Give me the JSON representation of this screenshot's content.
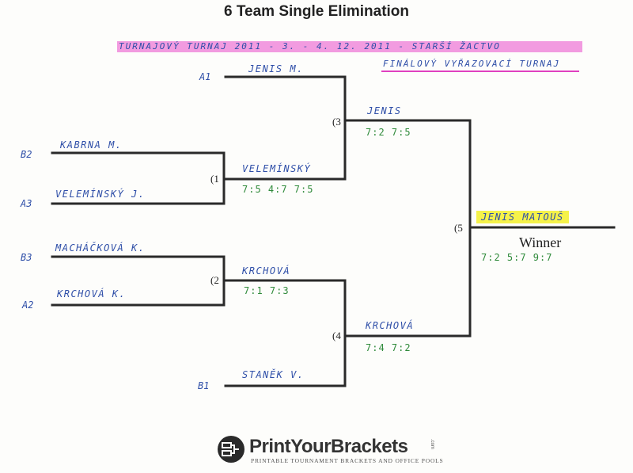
{
  "title": "6 Team Single Elimination",
  "header_note": {
    "line1": "TURNAJOVÝ TURNAJ 2011 - 3. - 4. 12. 2011 - STARŠÍ ŽACTVO",
    "line2": "FINÁLOVÝ VYŘAZOVACÍ TURNAJ",
    "highlight_color": "#f29be0",
    "underline_color": "#e040c0"
  },
  "seeds": {
    "a1": "A1",
    "b2": "B2",
    "a3": "A3",
    "b3": "B3",
    "a2": "A2",
    "b1": "B1"
  },
  "round1": {
    "slot_a1": "JENIS M.",
    "slot_b2": "KABRNA M.",
    "slot_a3": "VELEMÍNSKÝ J.",
    "slot_b3": "MACHÁČKOVÁ K.",
    "slot_a2": "KRCHOVÁ K.",
    "slot_b1": "STANĚK V."
  },
  "games": {
    "g1": {
      "number": "(1",
      "winner": "VELEMÍNSKÝ",
      "score": "7:5  4:7  7:5"
    },
    "g2": {
      "number": "(2",
      "winner": "KRCHOVÁ",
      "score": "7:1   7:3"
    },
    "g3": {
      "number": "(3",
      "winner": "JENIS",
      "score": "7:2   7:5"
    },
    "g4": {
      "number": "(4",
      "winner": "KRCHOVÁ",
      "score": "7:4   7:2"
    },
    "g5": {
      "number": "(5",
      "winner": "JENIS MATOUŠ",
      "score": "7:2  5:7  9:7"
    }
  },
  "winner_label": "Winner",
  "colors": {
    "ink_blue": "#2f4fa8",
    "ink_green": "#2f8a3a",
    "bracket_line": "#2a2a2a",
    "winner_highlight": "#f5f24a"
  },
  "logo": {
    "name": "PrintYourBrackets",
    "suffix": ".com",
    "tagline": "PRINTABLE TOURNAMENT BRACKETS AND OFFICE POOLS",
    "icon": "bracket-logo-icon"
  }
}
